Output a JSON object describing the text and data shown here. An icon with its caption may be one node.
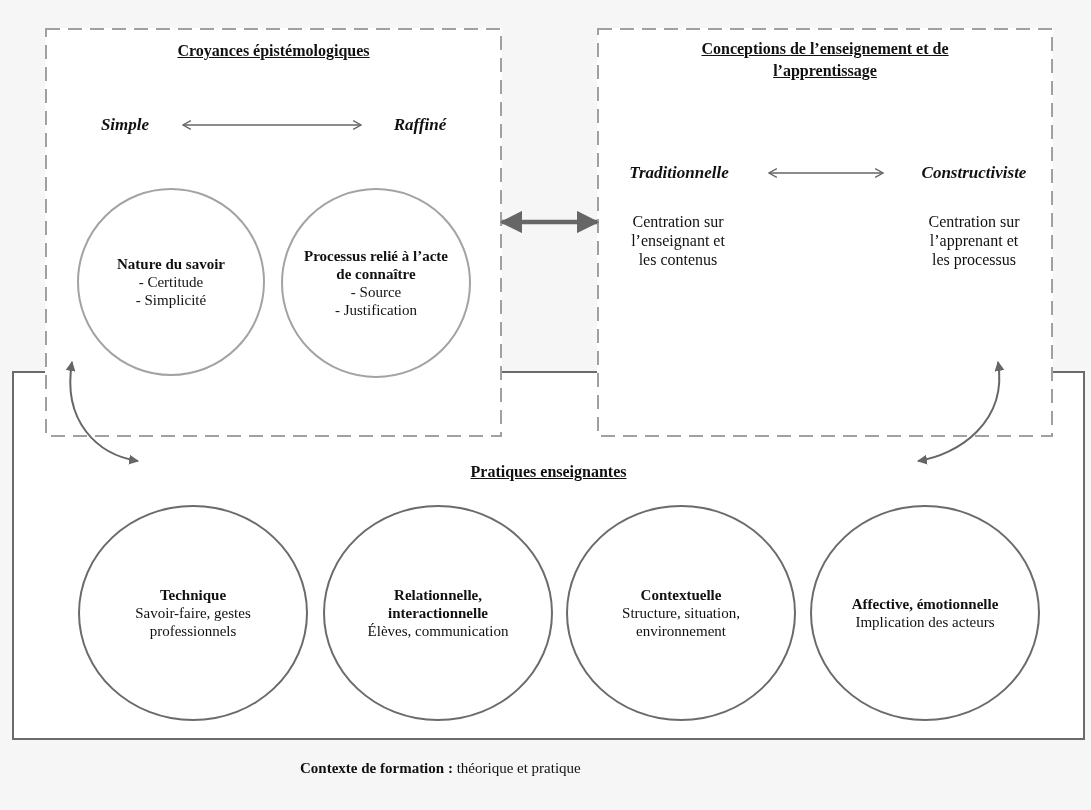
{
  "diagram": {
    "nodes": [
      {
        "text": [
          "Croyances épistémologiques"
        ]
      },
      {
        "text": [
          "Simple"
        ],
        "in": 0
      },
      {
        "text": [
          "Raffiné"
        ],
        "in": 0
      },
      {
        "text": [
          "Nature du savoir",
          "- Certitude",
          "- Simplicité"
        ],
        "in": 0
      },
      {
        "text": [
          "Processus relié à l’acte de connaître",
          "- Source",
          "- Justification"
        ],
        "in": 0
      },
      {
        "text": [
          "Conceptions de l’enseignement et de l’apprentissage"
        ]
      },
      {
        "text": [
          "Traditionnelle"
        ],
        "in": 5,
        "beside": [
          "Centration sur l’enseignant et les contenus"
        ]
      },
      {
        "text": [
          "Constructiviste"
        ],
        "in": 5,
        "beside": [
          "Centration sur l’apprenant et les processus"
        ]
      },
      {
        "text": [
          "Pratiques enseignantes"
        ]
      },
      {
        "text": [
          "Technique",
          "Savoir-faire, gestes professionnels"
        ],
        "in": 8
      },
      {
        "text": [
          "Relationnelle, interactionnelle",
          "Élèves, communication"
        ],
        "in": 8
      },
      {
        "text": [
          "Contextuelle",
          "Structure, situation, environnement"
        ],
        "in": 8
      },
      {
        "text": [
          "Affective, émotionnelle",
          "Implication des acteurs"
        ],
        "in": 8
      }
    ],
    "edges": [
      {
        "from": 1,
        "to": 2,
        "arrow": "both"
      },
      {
        "from": 6,
        "to": 7,
        "arrow": "both"
      },
      {
        "from": 0,
        "to": 5,
        "arrow": "both",
        "style": "thick"
      },
      {
        "from": 0,
        "to": 8,
        "arrow": "both"
      },
      {
        "from": 5,
        "to": 8,
        "arrow": "both"
      }
    ],
    "labels": [
      "**Contexte de formation :** théorique et pratique"
    ]
  }
}
